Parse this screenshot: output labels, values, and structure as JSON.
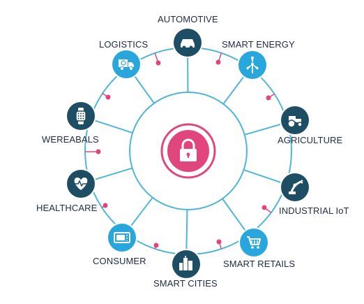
{
  "center": {
    "icon": "padlock-icon",
    "color": "#e0457b",
    "ring_color": "#e0457b"
  },
  "colors": {
    "line": "#4fb7d6",
    "dark_node": "#1d4e63",
    "light_node": "#29a7dc",
    "pink_dot": "#e0457b"
  },
  "nodes": [
    {
      "id": "automotive",
      "label": "AUTOMOTIVE",
      "icon": "car-icon",
      "tone": "dark"
    },
    {
      "id": "smart-energy",
      "label": "SMART ENERGY",
      "icon": "wind-turbine-icon",
      "tone": "light"
    },
    {
      "id": "agriculture",
      "label": "AGRICULTURE",
      "icon": "tractor-icon",
      "tone": "dark"
    },
    {
      "id": "industrial-iot",
      "label": "INDUSTRIAL IoT",
      "icon": "robot-arm-icon",
      "tone": "dark"
    },
    {
      "id": "smart-retails",
      "label": "SMART RETAILS",
      "icon": "shopping-cart-icon",
      "tone": "light"
    },
    {
      "id": "smart-cities",
      "label": "SMART CITIES",
      "icon": "city-buildings-icon",
      "tone": "dark"
    },
    {
      "id": "consumer",
      "label": "CONSUMER",
      "icon": "microwave-icon",
      "tone": "light"
    },
    {
      "id": "healthcare",
      "label": "HEALTHCARE",
      "icon": "heartbeat-icon",
      "tone": "dark"
    },
    {
      "id": "wereabals",
      "label": "WEREABALS",
      "icon": "smartwatch-icon",
      "tone": "dark"
    },
    {
      "id": "logistics",
      "label": "LOGISTICS",
      "icon": "delivery-truck-icon",
      "tone": "light"
    }
  ]
}
